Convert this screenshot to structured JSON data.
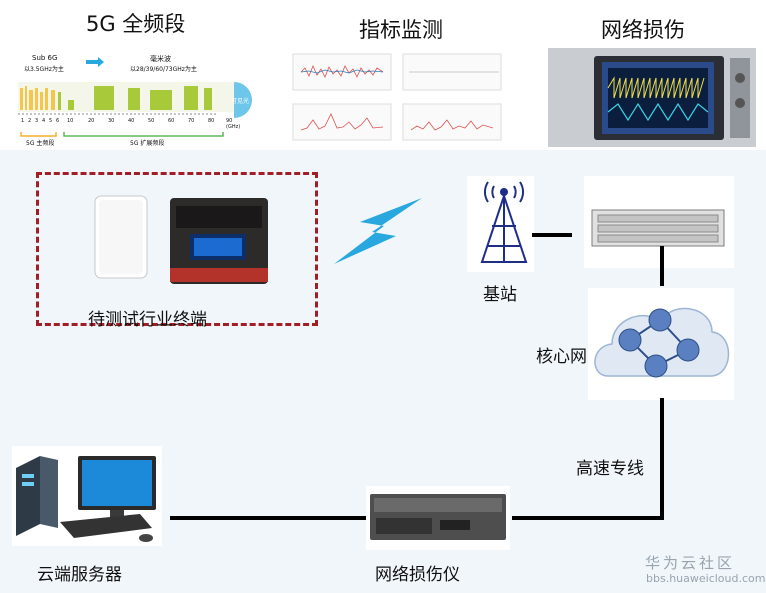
{
  "titles": {
    "spectrum": "5G 全频段",
    "monitor": "指标监测",
    "impair": "网络损伤"
  },
  "spectrum_panel": {
    "sub6_title": "Sub 6G",
    "sub6_sub": "以3.5GHz为主",
    "mmwave_title": "毫米波",
    "mmwave_sub": "以28/39/60/73GHz为主",
    "tick_labels": [
      "1",
      "2",
      "3",
      "4",
      "5",
      "6",
      "10",
      "20",
      "30",
      "40",
      "50",
      "60",
      "70",
      "80",
      "90"
    ],
    "unit": "(GHz)",
    "badge": "可见光",
    "band_main": "5G 主频段",
    "band_ext": "5G 扩展频段"
  },
  "labels": {
    "terminal": "待测试行业终端",
    "base_station": "基站",
    "core_network": "核心网",
    "leased_line": "高速专线",
    "cloud_server": "云端服务器",
    "impairment_device": "网络损伤仪"
  },
  "watermark": {
    "brand": "华为云社区",
    "url": "bbs.huaweicloud.com"
  },
  "colors": {
    "dashed_border": "#a21e24",
    "lightning": "#29a8e0",
    "link_line": "#000000"
  }
}
